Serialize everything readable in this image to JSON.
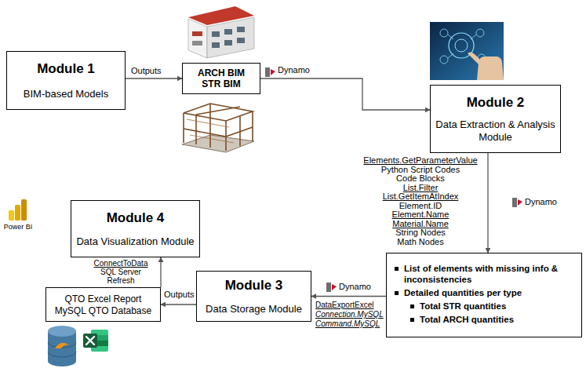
{
  "diagram": {
    "nodes": [
      {
        "text": [
          "Module 1",
          "BIM-based Models"
        ]
      },
      {
        "text": [
          "ARCH BIM",
          "STR BIM"
        ]
      },
      {
        "text": [
          "Module 2",
          "Data Extraction & Analysis Module"
        ]
      },
      {
        "text": [
          "List of elements with missing info & inconsistencies",
          "Detailed quantities per type",
          "Total STR quantities",
          "Total ARCH quantities"
        ]
      },
      {
        "text": [
          "Module 3",
          "Data Storage Module"
        ]
      },
      {
        "text": [
          "QTO Excel Report",
          "MySQL QTO Database"
        ]
      },
      {
        "text": [
          "Module 4",
          "Data Visualization Module"
        ]
      }
    ],
    "edges": [
      {
        "from": 0,
        "to": 1,
        "label": "Outputs",
        "arrow": "to"
      },
      {
        "from": 1,
        "to": 2,
        "label": "Dynamo",
        "arrow": "to"
      },
      {
        "from": 2,
        "to": 3,
        "label": "Dynamo",
        "arrow": "to"
      },
      {
        "from": 3,
        "to": 4,
        "label": "Dynamo",
        "arrow": "to"
      },
      {
        "from": 4,
        "to": 5,
        "label": "Outputs",
        "arrow": "to"
      },
      {
        "from": 5,
        "to": 6,
        "arrow": "to"
      }
    ],
    "labels": [
      "Elements.GetParameterValue",
      "Python Script Codes",
      "Code Blocks",
      "List.Filter",
      "List.GetItemAtIndex",
      "Element.ID",
      "Element.Name",
      "Material.Name",
      "String Nodes",
      "Math Nodes",
      "DataExportExcel",
      "Connection.MySQL",
      "Command.MySQL",
      "Power BI",
      "ConnectToData",
      "SQL Server",
      "Refresh"
    ]
  }
}
